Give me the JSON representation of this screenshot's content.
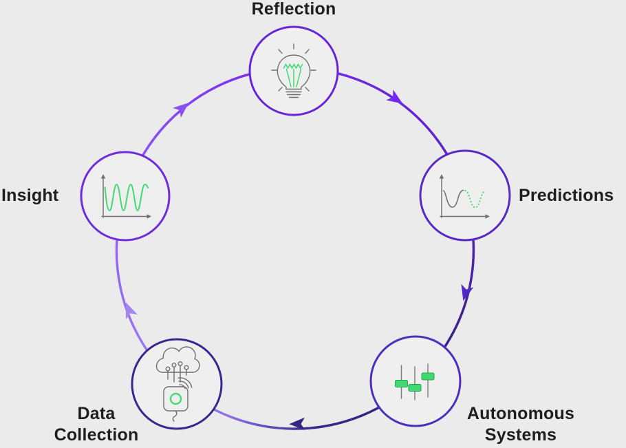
{
  "diagram_type": "circular-cycle",
  "background_color": "#ebebeb",
  "text_color": "#1e1e1e",
  "colors": {
    "violet": "#7527f0",
    "deep_purple": "#5a21c0",
    "dark_indigo": "#2f2378",
    "lavender": "#a180f0",
    "green": "#41da72",
    "icon_gray": "#6f6f6f"
  },
  "cycle": {
    "direction": "clockwise",
    "nodes": [
      {
        "id": "reflection",
        "label": "Reflection",
        "icon": "lightbulb-icon",
        "position": "top"
      },
      {
        "id": "predictions",
        "label": "Predictions",
        "icon": "forecast-chart-icon",
        "position": "right"
      },
      {
        "id": "autonomous-systems",
        "label": "Autonomous Systems",
        "icon": "sliders-icon",
        "position": "bottom-right"
      },
      {
        "id": "data-collection",
        "label": "Data Collection",
        "icon": "cloud-sensor-icon",
        "position": "bottom-left"
      },
      {
        "id": "insight",
        "label": "Insight",
        "icon": "sine-wave-chart-icon",
        "position": "left"
      }
    ],
    "edges": [
      {
        "from": "insight",
        "to": "reflection"
      },
      {
        "from": "reflection",
        "to": "predictions"
      },
      {
        "from": "predictions",
        "to": "autonomous-systems"
      },
      {
        "from": "autonomous-systems",
        "to": "data-collection"
      },
      {
        "from": "data-collection",
        "to": "insight"
      }
    ]
  }
}
